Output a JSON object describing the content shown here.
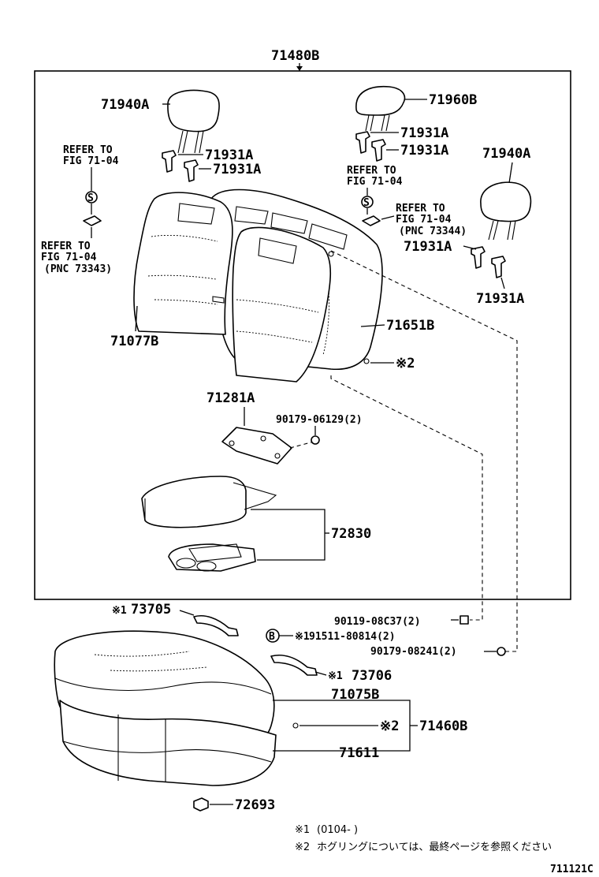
{
  "labels": {
    "assembly": "71480B",
    "headrest_left": "71940A",
    "headrest_center": "71960B",
    "headrest_right": "71940A",
    "support_1": "71931A",
    "support_2": "71931A",
    "support_3": "71931A",
    "support_4": "71931A",
    "support_5": "71931A",
    "support_6": "71931A",
    "back_cover_left": "71077B",
    "back_pad_right": "71651B",
    "hinge": "71281A",
    "nut_hinge": "90179-06129(2)",
    "armrest": "72830",
    "bracket_1": "73705",
    "bracket_2": "73706",
    "bolt_1": "90119-08C37(2)",
    "bolt_2": "91511-80814(2)",
    "nut_2": "90179-08241(2)",
    "cushion_cover": "71075B",
    "cushion_assy": "71460B",
    "cushion_pad": "71611",
    "clip": "72693",
    "mark1": "※1",
    "mark2": "※2",
    "ring_symbol": "S",
    "bolt_symbol": "B",
    "figure_code": "711121C"
  },
  "refs": {
    "ref_left_line1": "REFER TO",
    "ref_left_line2": "FIG 71-04",
    "ref_left2_line1": "REFER TO",
    "ref_left2_line2": "FIG 71-04",
    "ref_left2_line3": "(PNC 73343)",
    "ref_right_line1": "REFER TO",
    "ref_right_line2": "FIG 71-04",
    "ref_right2_line1": "REFER TO",
    "ref_right2_line2": "FIG 71-04",
    "ref_right2_line3": "(PNC 73344)"
  },
  "notes": {
    "note1_mark": "※1",
    "note1_text": "(0104-    )",
    "note2_mark": "※2",
    "note2_text": "ホグリングについては、最終ページを参照ください"
  }
}
